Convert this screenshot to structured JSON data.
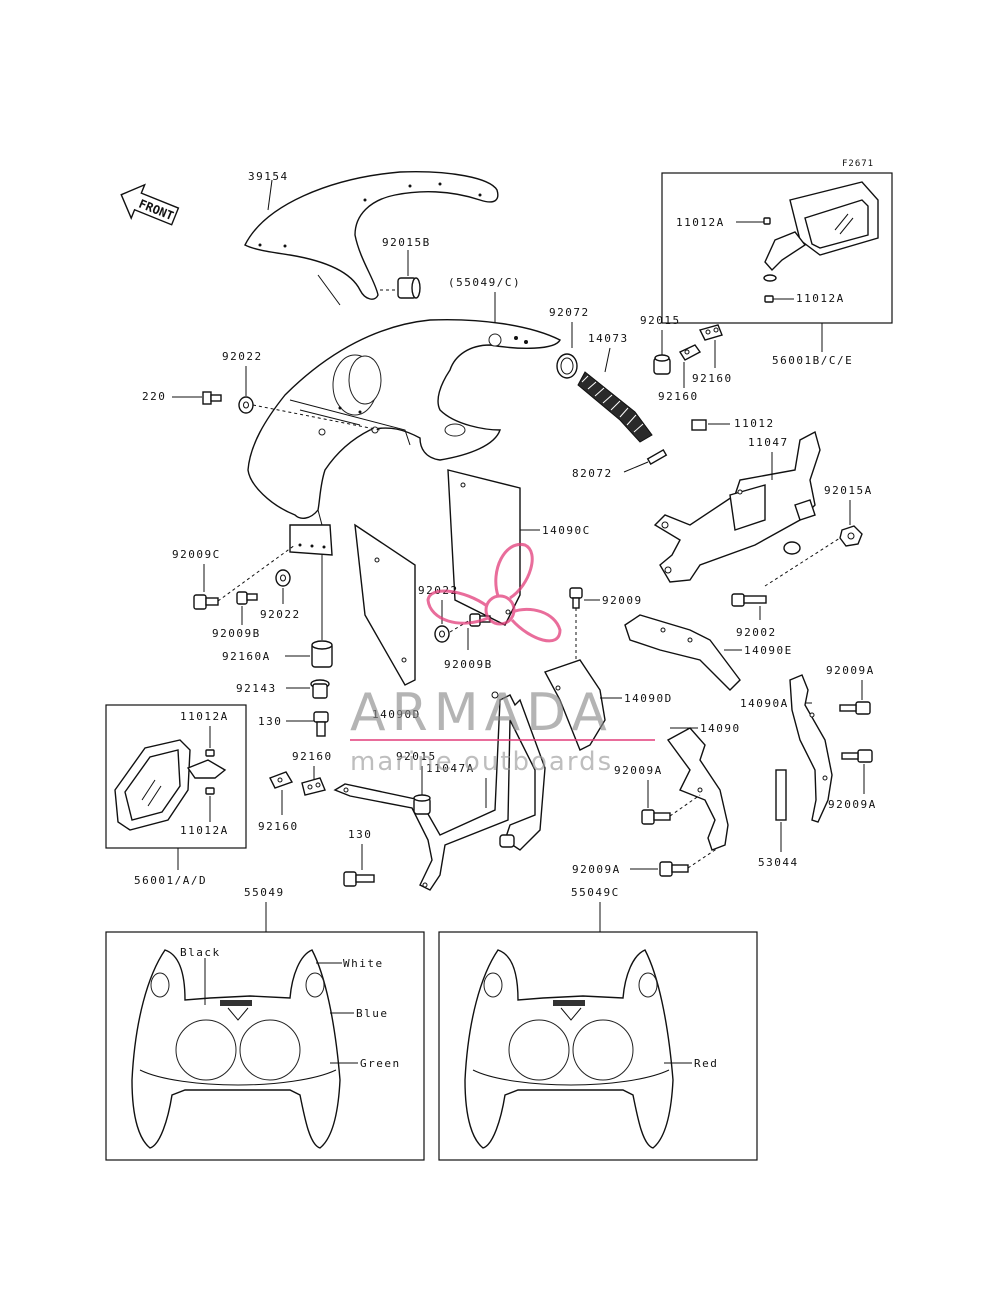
{
  "diagram_code": "F2671",
  "front_label": "FRONT",
  "watermark": {
    "title": "ARMADA",
    "subtitle": "marine outboards",
    "colors": {
      "pink": "#e23d7a",
      "gray": "#8a8a8a"
    }
  },
  "part_labels": {
    "p39154": "39154",
    "p92015B": "92015B",
    "p55049C_ref": "(55049/C)",
    "p92072_top": "92072",
    "p14073": "14073",
    "p92015_top": "92015",
    "p92160_r1": "92160",
    "p92160_r2": "92160",
    "p11012_mid": "11012",
    "p82072": "82072",
    "p11047": "11047",
    "p92015A": "92015A",
    "p92022_top": "92022",
    "p220": "220",
    "p14090C": "14090C",
    "p92009C": "92009C",
    "p92022_left": "92022",
    "p92009B_left": "92009B",
    "p92160A": "92160A",
    "p92022_mid": "92022",
    "p92009B_mid": "92009B",
    "p92009_mid": "92009",
    "p92002": "92002",
    "p14090E": "14090E",
    "p92143": "92143",
    "p130_top": "130",
    "p14090D_left": "14090D",
    "p14090D_right": "14090D",
    "p92009A_r1": "92009A",
    "p14090A": "14090A",
    "p14090": "14090",
    "p92160_l1": "92160",
    "p92015_mid": "92015",
    "p11047A": "11047A",
    "p92160_l2": "92160",
    "p92009A_mid": "92009A",
    "p92009A_r2": "92009A",
    "p53044": "53044",
    "p130_bot": "130",
    "p92009A_bot": "92009A"
  },
  "mirror_right_box": {
    "label_top": "11012A",
    "label_bottom": "11012A",
    "assembly": "56001B/C/E"
  },
  "mirror_left_box": {
    "label_top": "11012A",
    "label_bottom": "11012A",
    "assembly": "56001/A/D"
  },
  "cowl_left_box": {
    "assembly": "55049",
    "colors": [
      "Black",
      "White",
      "Blue",
      "Green"
    ]
  },
  "cowl_right_box": {
    "assembly": "55049C",
    "colors": [
      "Red"
    ]
  }
}
